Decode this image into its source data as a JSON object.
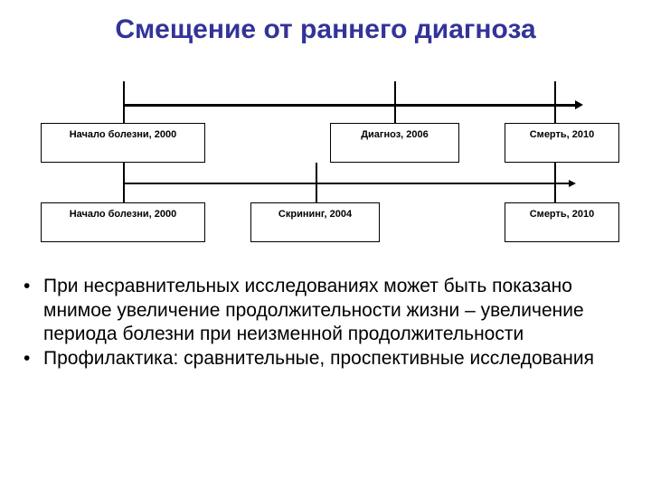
{
  "slide": {
    "title": "Смещение от раннего диагноза",
    "title_color": "#333399",
    "background_color": "#ffffff"
  },
  "diagram": {
    "line_color": "#000000",
    "box_border_color": "#000000",
    "box_fill_color": "#ffffff",
    "timelines": [
      {
        "name": "without-screening",
        "nodes": [
          {
            "label": "Начало болезни, 2000"
          },
          {
            "label": "Диагноз, 2006"
          },
          {
            "label": "Смерть, 2010"
          }
        ]
      },
      {
        "name": "with-screening",
        "nodes": [
          {
            "label": "Начало болезни, 2000"
          },
          {
            "label": "Скрининг, 2004"
          },
          {
            "label": "Смерть, 2010"
          }
        ]
      }
    ]
  },
  "bullets": [
    {
      "marker": "•",
      "text": "При несравнительных исследованиях может быть показано мнимое увеличение продолжительности жизни – увеличение периода болезни при неизменной продолжительности"
    },
    {
      "marker": "•",
      "text": "Профилактика: сравнительные, проспективные исследования"
    }
  ]
}
